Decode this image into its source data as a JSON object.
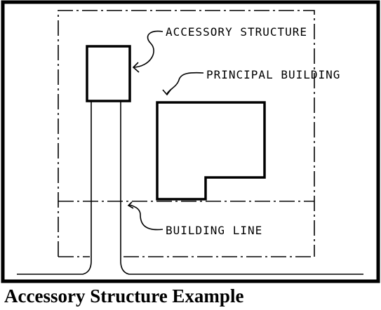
{
  "diagram": {
    "labels": {
      "accessory_structure": "ACCESSORY STRUCTURE",
      "principal_building": "PRINCIPAL BUILDING",
      "building_line": "BUILDING LINE"
    },
    "caption": "Accessory Structure Example"
  },
  "colors": {
    "ink": "#000000",
    "paper": "#ffffff"
  }
}
